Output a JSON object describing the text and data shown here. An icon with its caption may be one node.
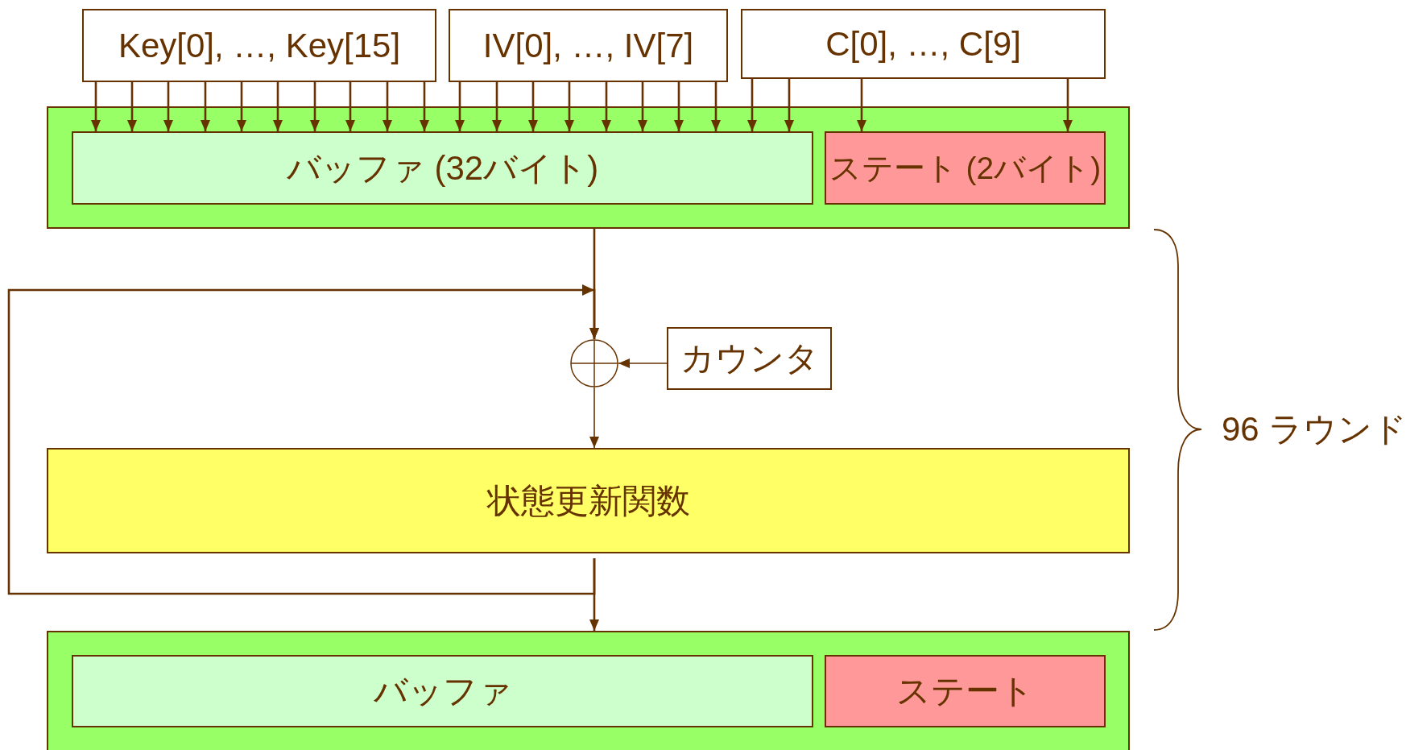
{
  "diagram": {
    "nodes": [
      {
        "text": [
          "Key[0], …, Key[15]"
        ]
      },
      {
        "text": [
          "IV[0], …, IV[7]"
        ]
      },
      {
        "text": [
          "C[0], …, C[9]"
        ]
      },
      {
        "text": [],
        "shape": "box"
      },
      {
        "text": [
          "バッファ (32バイト)"
        ],
        "in": 3
      },
      {
        "text": [
          "ステート (2バイト)"
        ],
        "in": 3
      },
      {
        "text": [],
        "shape": "circle"
      },
      {
        "text": [
          "カウンタ"
        ]
      },
      {
        "text": [
          "状態更新関数"
        ]
      },
      {
        "text": [],
        "shape": "box"
      },
      {
        "text": [
          "バッファ"
        ],
        "in": 9
      },
      {
        "text": [
          "ステート"
        ],
        "in": 9
      }
    ],
    "edges": [
      {
        "from": 0,
        "to": 4,
        "arrow": "to"
      },
      {
        "from": 0,
        "to": 4,
        "arrow": "to"
      },
      {
        "from": 0,
        "to": 4,
        "arrow": "to"
      },
      {
        "from": 0,
        "to": 4,
        "arrow": "to"
      },
      {
        "from": 0,
        "to": 4,
        "arrow": "to"
      },
      {
        "from": 0,
        "to": 4,
        "arrow": "to"
      },
      {
        "from": 0,
        "to": 4,
        "arrow": "to"
      },
      {
        "from": 0,
        "to": 4,
        "arrow": "to"
      },
      {
        "from": 0,
        "to": 4,
        "arrow": "to"
      },
      {
        "from": 0,
        "to": 4,
        "arrow": "to"
      },
      {
        "from": 1,
        "to": 4,
        "arrow": "to"
      },
      {
        "from": 1,
        "to": 4,
        "arrow": "to"
      },
      {
        "from": 1,
        "to": 4,
        "arrow": "to"
      },
      {
        "from": 1,
        "to": 4,
        "arrow": "to"
      },
      {
        "from": 1,
        "to": 4,
        "arrow": "to"
      },
      {
        "from": 1,
        "to": 4,
        "arrow": "to"
      },
      {
        "from": 1,
        "to": 4,
        "arrow": "to"
      },
      {
        "from": 1,
        "to": 4,
        "arrow": "to"
      },
      {
        "from": 2,
        "to": 4,
        "arrow": "to"
      },
      {
        "from": 2,
        "to": 4,
        "arrow": "to"
      },
      {
        "from": 2,
        "to": 5,
        "arrow": "to"
      },
      {
        "from": 2,
        "to": 5,
        "arrow": "to"
      },
      {
        "from": 3,
        "to": 6,
        "arrow": "to"
      },
      {
        "from": 7,
        "to": 6,
        "arrow": "to"
      },
      {
        "from": 6,
        "to": 8,
        "arrow": "to"
      },
      {
        "from": 8,
        "to": 9,
        "arrow": "to"
      },
      {
        "from": 8,
        "to": 6,
        "arrow": "to"
      }
    ],
    "labels": [
      "96 ラウンド"
    ]
  }
}
